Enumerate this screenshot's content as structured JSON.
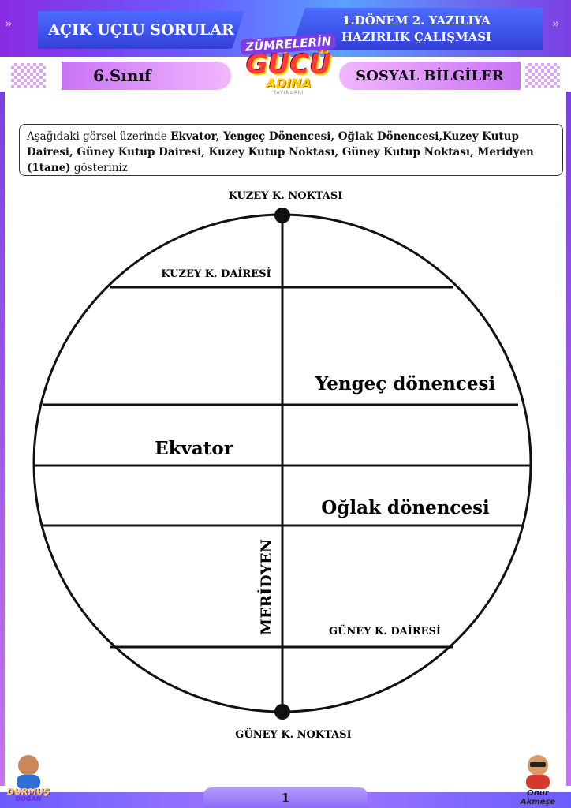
{
  "header": {
    "left_title": "AÇIK UÇLU SORULAR",
    "right_line1": "1.DÖNEM 2. YAZILIYA",
    "right_line2": "HAZIRLIK ÇALIŞMASI",
    "grade": "6.Sınıf",
    "subject": "SOSYAL BİLGİLER",
    "arrows": "»"
  },
  "logo": {
    "top": "ZÜMRELERİN",
    "middle": "GÜCÜ",
    "bottom": "ADINA",
    "tiny": "YAYINLARI"
  },
  "question": {
    "intro": "Aşağıdaki görsel üzerinde ",
    "bold": "Ekvator, Yengeç Dönencesi, Oğlak Dönencesi,Kuzey Kutup Dairesi, Güney Kutup Dairesi, Kuzey Kutup Noktası, Güney Kutup Noktası, Meridyen (1tane)",
    "outro": " gösteriniz"
  },
  "diagram": {
    "north_pole": "KUZEY K. NOKTASI",
    "south_pole": "GÜNEY K. NOKTASI",
    "arctic_circle": "KUZEY K. DAİRESİ",
    "antarctic_circle": "GÜNEY K. DAİRESİ",
    "tropic_cancer": "Yengeç dönencesi",
    "equator": "Ekvator",
    "tropic_capricorn": "Oğlak dönencesi",
    "meridian": "MERİDYEN"
  },
  "footer": {
    "page_number": "1",
    "left_author": "DURMUŞ",
    "left_author2": "DOĞAN",
    "right_author": "Onur Akmeşe"
  },
  "colors": {
    "purple": "#7b3fe4",
    "blue": "#3340d8",
    "pink": "#c974f3"
  }
}
